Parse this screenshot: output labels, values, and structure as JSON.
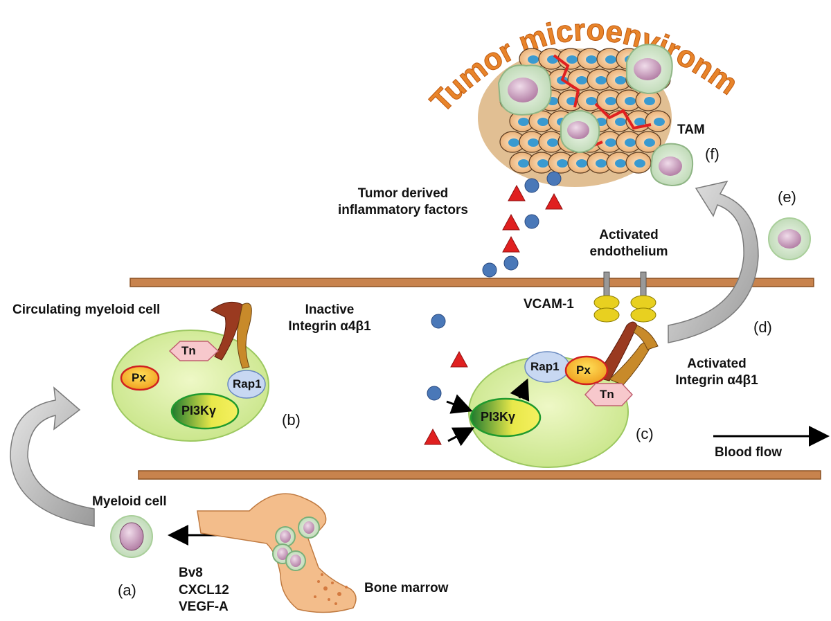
{
  "title": "Tumor microenvironment",
  "labels": {
    "tam": "TAM",
    "tumor_factors_l1": "Tumor derived",
    "tumor_factors_l2": "inflammatory factors",
    "activated_endo_l1": "Activated",
    "activated_endo_l2": "endothelium",
    "vcam": "VCAM-1",
    "circulating": "Circulating myeloid cell",
    "inactive_l1": "Inactive",
    "inactive_l2": "Integrin α4β1",
    "activated_int_l1": "Activated",
    "activated_int_l2": "Integrin α4β1",
    "blood_flow": "Blood flow",
    "myeloid": "Myeloid cell",
    "bone_marrow": "Bone marrow",
    "factors": [
      "Bv8",
      "CXCL12",
      "VEGF-A"
    ]
  },
  "steps": {
    "a": "(a)",
    "b": "(b)",
    "c": "(c)",
    "d": "(d)",
    "e": "(e)",
    "f": "(f)"
  },
  "proteins": {
    "px": "Px",
    "tn": "Tn",
    "rap1": "Rap1",
    "pi3k": "PI3Kγ"
  },
  "colors": {
    "vessel": "#c8834d",
    "cell": "#d9ef9a",
    "cell_edge": "#8fc24a",
    "title": "#e8842a",
    "factor_red": "#e02020",
    "factor_blue": "#4a78b8",
    "arrow_gray": "#b8b8b8",
    "bone": "#f3bd8b"
  }
}
